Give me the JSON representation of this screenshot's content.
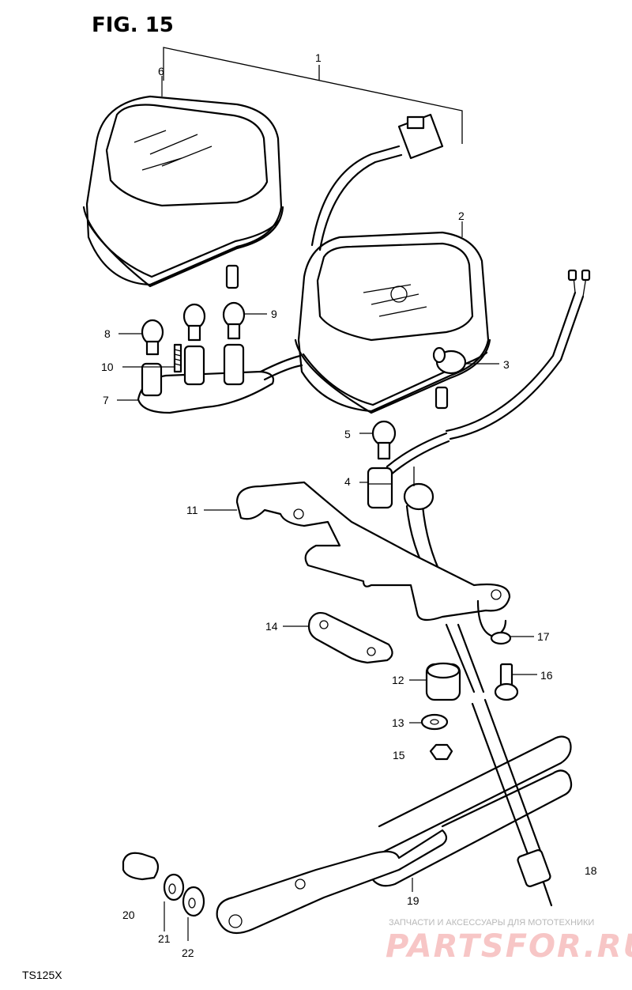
{
  "figure_title": "FIG. 15",
  "model_code": "TS125X",
  "watermark": {
    "caption": "ЗАПЧАСТИ И АКСЕССУАРЫ ДЛЯ МОТОТЕХНИКИ",
    "brand": "PARTSFOR.RU"
  },
  "callouts": {
    "c1": "1",
    "c2": "2",
    "c3": "3",
    "c4": "4",
    "c5": "5",
    "c6": "6",
    "c7": "7",
    "c8": "8",
    "c9": "9",
    "c10": "10",
    "c11": "11",
    "c12": "12",
    "c13": "13",
    "c14": "14",
    "c15": "15",
    "c16": "16",
    "c17": "17",
    "c18": "18",
    "c19": "19",
    "c20": "20",
    "c21": "21",
    "c22": "22"
  }
}
